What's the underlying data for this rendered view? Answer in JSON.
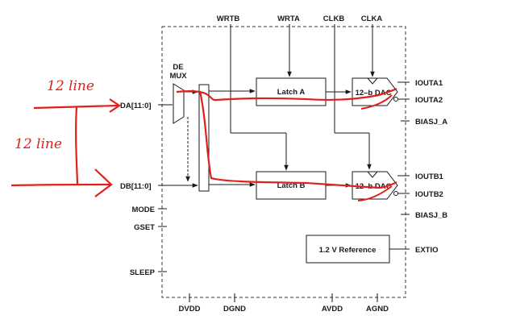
{
  "top_labels": {
    "wrtb": "WRTB",
    "wrta": "WRTA",
    "clkb": "CLKB",
    "clka": "CLKA"
  },
  "demux": {
    "line1": "DE",
    "line2": "MUX"
  },
  "inputs": {
    "da": "DA[11:0]",
    "db": "DB[11:0]"
  },
  "left_pins": {
    "mode": "MODE",
    "gset": "GSET",
    "sleep": "SLEEP"
  },
  "blocks": {
    "latch_a": "Latch A",
    "latch_b": "Latch B",
    "dac_a": "12–b DAC",
    "dac_b": "12–b DAC",
    "reference": "1.2 V Reference"
  },
  "right_pins": {
    "iouta1": "IOUTA1",
    "iouta2": "IOUTA2",
    "biasj_a": "BIASJ_A",
    "ioutb1": "IOUTB1",
    "ioutb2": "IOUTB2",
    "biasj_b": "BIASJ_B",
    "extio": "EXTIO"
  },
  "bottom_pins": {
    "dvdd": "DVDD",
    "dgnd": "DGND",
    "avdd": "AVDD",
    "agnd": "AGND"
  },
  "annotations": {
    "top": "12 line",
    "left": "12 line"
  },
  "colors": {
    "ink": "#1a1a1a",
    "annotation_red": "#e0201b"
  }
}
